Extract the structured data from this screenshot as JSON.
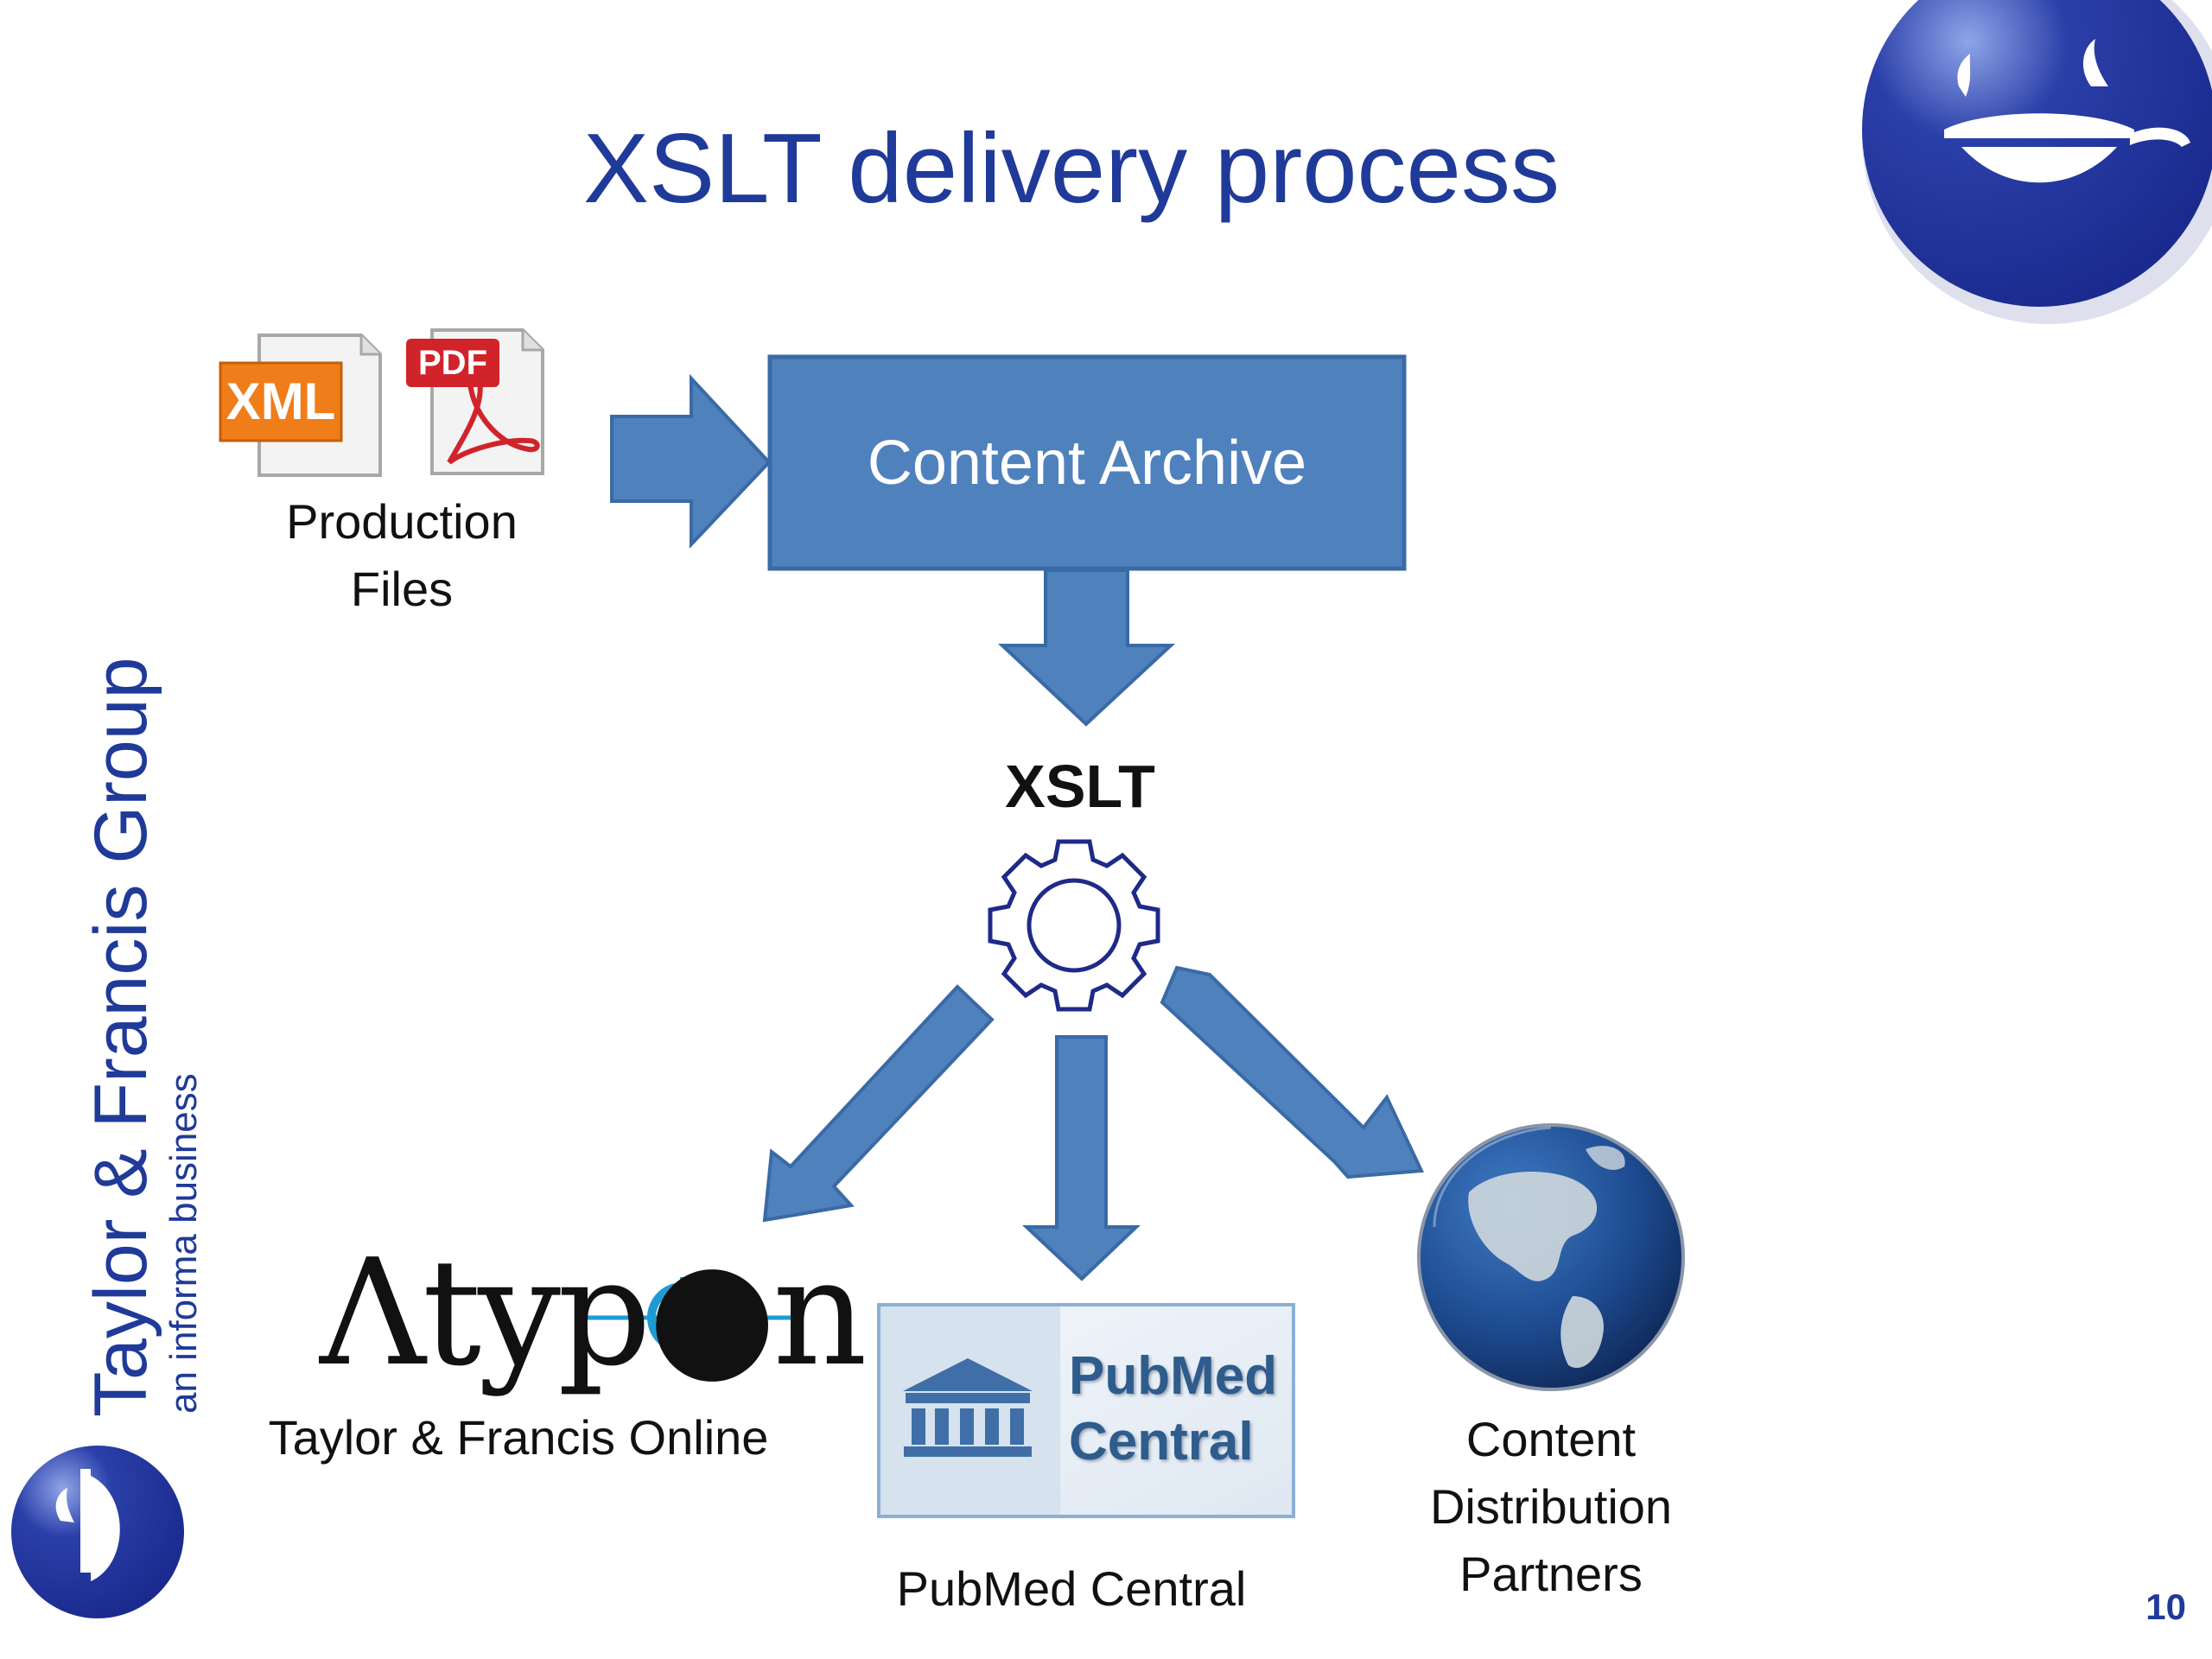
{
  "slide": {
    "title": "XSLT delivery process",
    "page_number": "10"
  },
  "inputs": {
    "xml_badge": "XML",
    "pdf_badge": "PDF",
    "label_line1": "Production",
    "label_line2": "Files"
  },
  "archive": {
    "label": "Content Archive"
  },
  "xslt": {
    "label": "XSLT"
  },
  "outputs": {
    "atypon": {
      "logo_text": "Λtyp●n",
      "label": "Taylor & Francis Online"
    },
    "pmc": {
      "logo_line1": "PubMed",
      "logo_line2": "Central",
      "label": "PubMed Central"
    },
    "partners": {
      "label_line1": "Content",
      "label_line2": "Distribution",
      "label_line3": "Partners"
    }
  },
  "brand": {
    "name": "Taylor & Francis Group",
    "tagline": "an informa business"
  },
  "colors": {
    "accent_blue": "#4f81bd",
    "shape_border": "#3a6aa6",
    "brand_navy": "#1f3a99",
    "gear_navy": "#1e2a8a",
    "xml_orange": "#ef7d1a",
    "pdf_red": "#d0242a"
  }
}
